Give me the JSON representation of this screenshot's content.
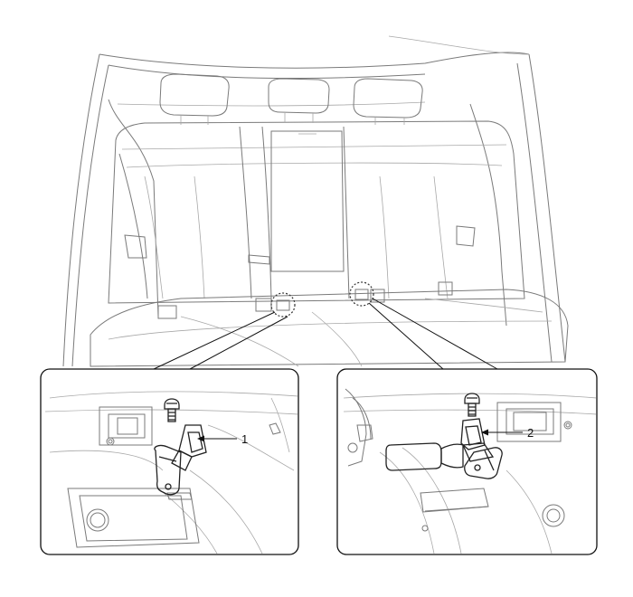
{
  "figure": {
    "callouts": [
      {
        "id": "left",
        "label": "1"
      },
      {
        "id": "right",
        "label": "2"
      }
    ]
  }
}
